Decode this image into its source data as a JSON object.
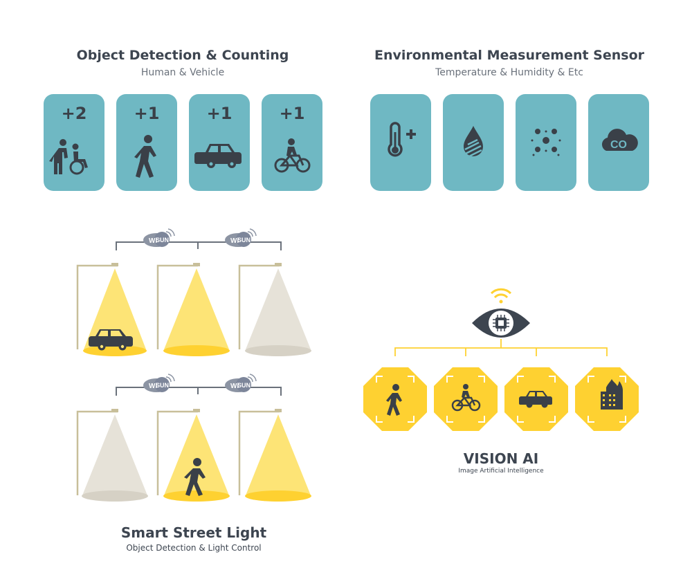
{
  "object_detection": {
    "title": "Object Detection & Counting",
    "subtitle": "Human & Vehicle",
    "cards": [
      {
        "count": "+2",
        "icon": "pedestrian-wheelchair-icon"
      },
      {
        "count": "+1",
        "icon": "walking-person-icon"
      },
      {
        "count": "+1",
        "icon": "car-icon"
      },
      {
        "count": "+1",
        "icon": "cyclist-icon"
      }
    ]
  },
  "environment": {
    "title": "Environmental Measurement Sensor",
    "subtitle": "Temperature & Humidity & Etc",
    "cards": [
      {
        "icon": "thermometer-plus-icon"
      },
      {
        "icon": "water-drop-icon"
      },
      {
        "icon": "fine-dust-icon"
      },
      {
        "icon": "co-cloud-icon",
        "label": "CO"
      }
    ]
  },
  "street_light": {
    "title": "Smart Street Light",
    "subtitle": "Object Detection & Light Control",
    "badge": {
      "wi": "Wi",
      "sun": "SUN"
    }
  },
  "vision_ai": {
    "title": "VISION AI",
    "subtitle": "Image Artificial Intelligence",
    "detections": [
      "pedestrian-icon",
      "cyclist-icon",
      "car-icon",
      "burning-building-icon"
    ]
  },
  "colors": {
    "teal": "#6fb8c3",
    "dark": "#3d4550",
    "yellow": "#fed131",
    "light_cone": "#fde476",
    "dim_cone": "#e6e2d8",
    "pole": "#c8bf9a"
  }
}
